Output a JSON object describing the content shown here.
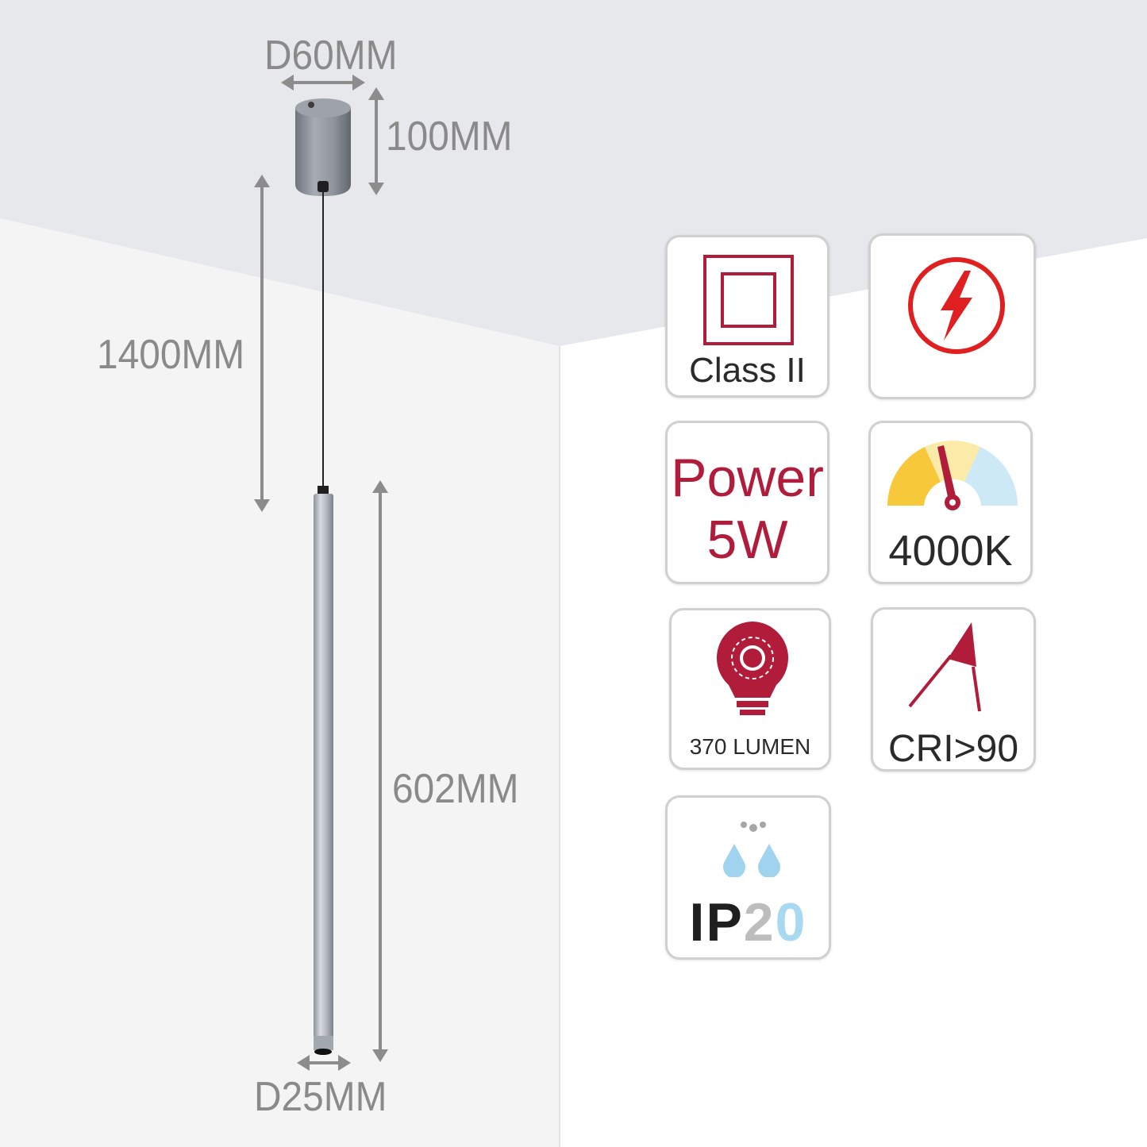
{
  "dimensions": {
    "canopy_diameter": "D60MM",
    "canopy_height": "100MM",
    "cable_length": "1400MM",
    "tube_length": "602MM",
    "tube_diameter": "D25MM"
  },
  "spec_cards": {
    "class_label": "Class II",
    "power_title": "Power",
    "power_value": "5W",
    "color_temp": "4000K",
    "lumen": "370 LUMEN",
    "cri": "CRI>90",
    "ip_prefix": "IP",
    "ip_number": "20"
  },
  "colors": {
    "accent_red": "#b01c3a",
    "hazard_red": "#e02020",
    "dimension_grey": "#8a8a8a",
    "ceiling": "#e6e8eb",
    "left_wall": "#f4f4f4",
    "warm_yellow": "#f6c83a",
    "pale_yellow": "#fbeba8",
    "cool_blue": "#cde9f6"
  }
}
